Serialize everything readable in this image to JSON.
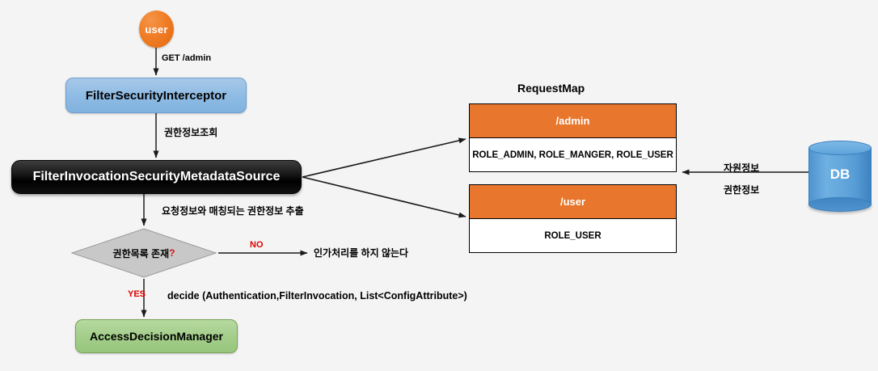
{
  "diagram": {
    "background_color": "#f4f4f4",
    "actor": {
      "label": "user",
      "color": "#ef7c22"
    },
    "nodes": {
      "filter_security_interceptor": {
        "label": "FilterSecurityInterceptor",
        "color": "#8fbce4"
      },
      "filter_invocation_security_metadata_source": {
        "label": "FilterInvocationSecurityMetadataSource",
        "color": "#000000"
      },
      "decision": {
        "label": "권한목록 존재",
        "question_mark": "?",
        "color": "#c8c8c8"
      },
      "access_decision_manager": {
        "label": "AccessDecisionManager",
        "color": "#a2cd89"
      },
      "database": {
        "label": "DB",
        "color": "#5aa0d8"
      }
    },
    "edges": {
      "user_to_interceptor": "GET /admin",
      "interceptor_to_metadata_source": "권한정보조회",
      "metadata_source_to_decision": "요청정보와 매칭되는 권한정보 추출",
      "decision_no": "NO",
      "decision_yes": "YES",
      "no_outcome": "인가처리를 하지 않는다",
      "yes_call": "decide (Authentication,FilterInvocation, List<ConfigAttribute>)",
      "db_to_requestmap_top": "자원정보",
      "db_to_requestmap_bottom": "권한정보"
    },
    "request_map": {
      "title": "RequestMap",
      "header_color": "#e8762c",
      "entries": [
        {
          "path": "/admin",
          "roles": "ROLE_ADMIN, ROLE_MANGER, ROLE_USER"
        },
        {
          "path": "/user",
          "roles": "ROLE_USER"
        }
      ]
    }
  }
}
